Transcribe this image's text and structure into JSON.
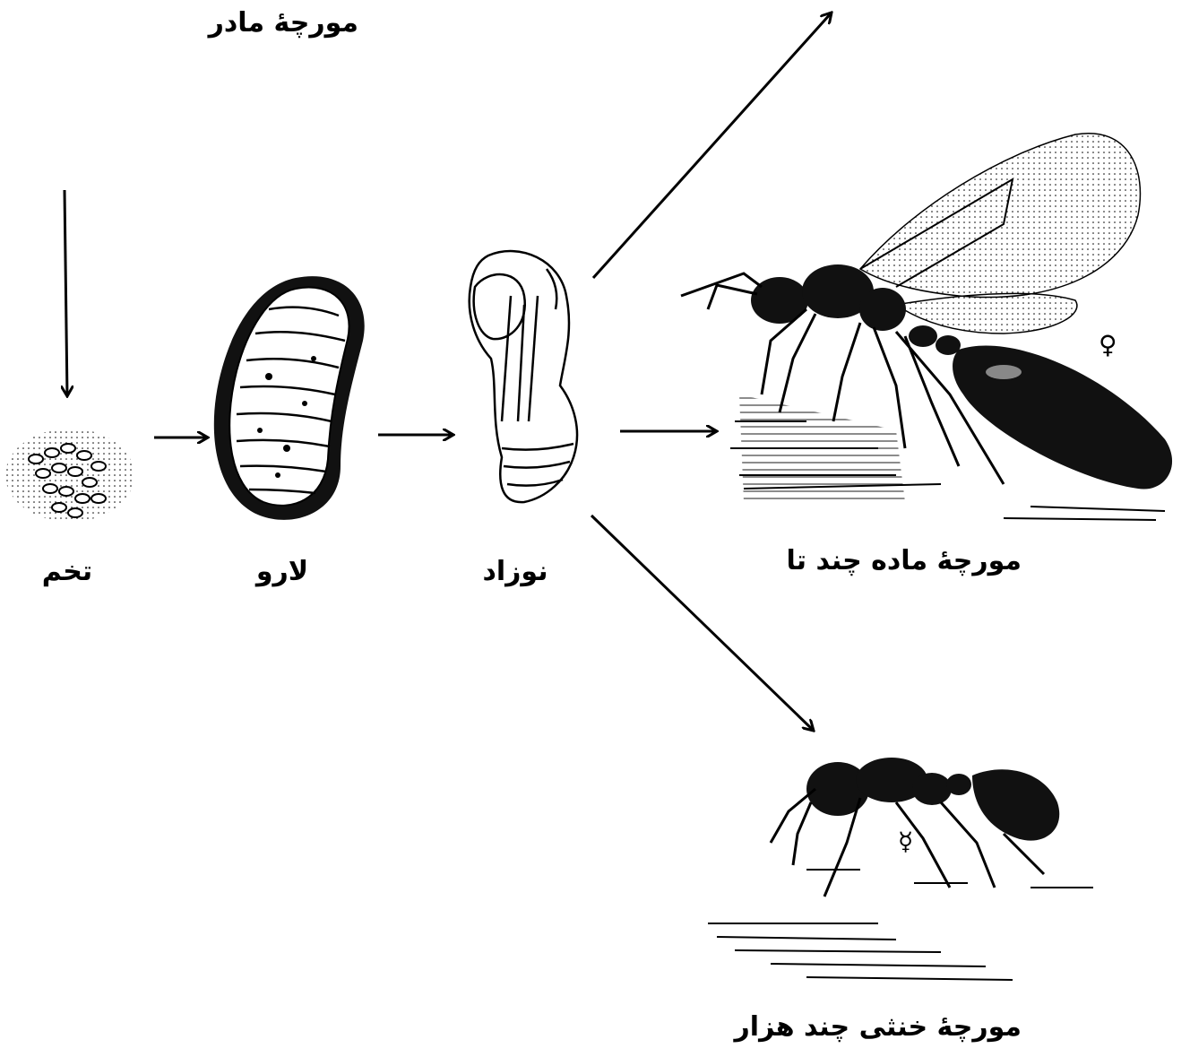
{
  "labels": {
    "mother_ant": "مورچهٔ مادر",
    "egg": "تخم",
    "larva": "لارو",
    "pupa": "نوزاد",
    "female_ant": "مورچهٔ ماده چند تا",
    "worker_ant": "مورچهٔ خنثی چند هزار"
  },
  "symbols": {
    "female": "♀",
    "worker": "☿"
  },
  "colors": {
    "ink": "#000000",
    "paper": "#ffffff"
  }
}
